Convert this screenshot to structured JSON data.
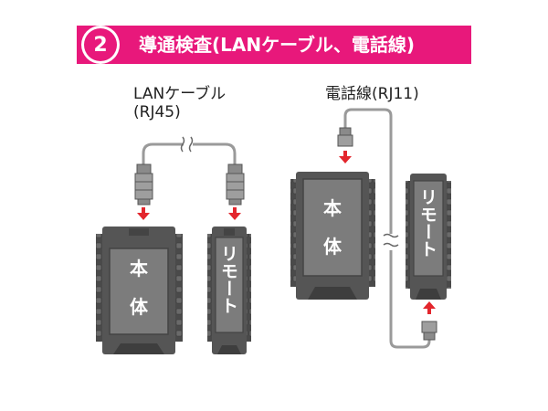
{
  "header": {
    "step_number": "2",
    "title": "導通検査(LANケーブル、電話線)"
  },
  "lan_section": {
    "label_line1": "LANケーブル",
    "label_line2": "(RJ45)",
    "main_unit_char1": "本",
    "main_unit_char2": "体",
    "remote_label": "リモート"
  },
  "phone_section": {
    "label": "電話線(RJ11)",
    "main_unit_char1": "本",
    "main_unit_char2": "体",
    "remote_label": "リモート"
  },
  "colors": {
    "accent": "#e8187b",
    "device_body": "#555555",
    "device_panel": "#7c7c7c",
    "arrow": "#e3262d",
    "cable": "#9a9a9a"
  }
}
